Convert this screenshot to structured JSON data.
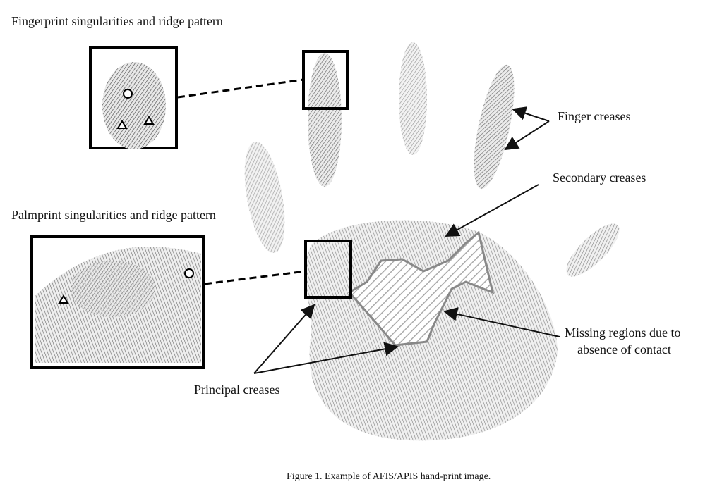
{
  "labels": {
    "fingerprint_title": "Fingerprint singularities and ridge pattern",
    "palmprint_title": "Palmprint singularities and ridge pattern",
    "finger_creases": "Finger creases",
    "secondary_creases": "Secondary creases",
    "missing_regions_line1": "Missing regions due to",
    "missing_regions_line2": "absence of contact",
    "principal_creases": "Principal creases"
  },
  "caption": "Figure 1. Example of AFIS/APIS hand-print image.",
  "colors": {
    "ink": "#111111",
    "print": "#555555",
    "missing_outline": "#888888"
  }
}
